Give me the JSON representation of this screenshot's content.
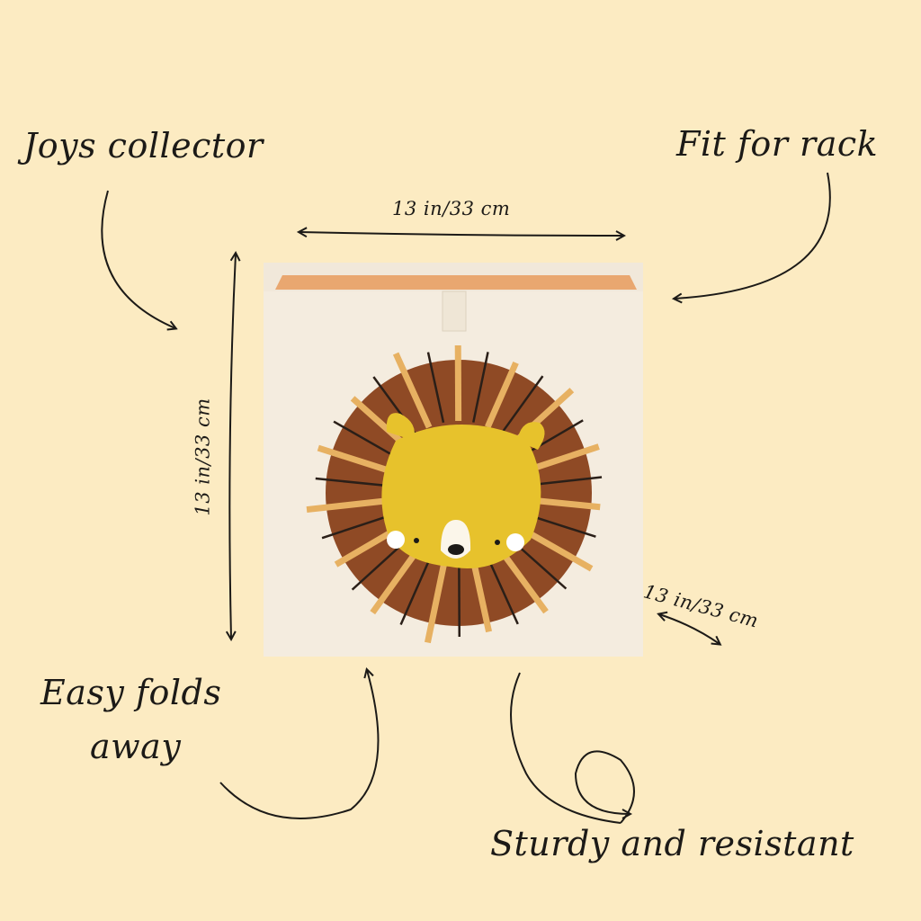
{
  "labels": {
    "top_left": "Joys collector",
    "top_right": "Fit for rack",
    "bottom_left_line1": "Easy folds",
    "bottom_left_line2": "away",
    "bottom_right": "Sturdy and resistant"
  },
  "dimensions": {
    "width": "13 in/33 cm",
    "height": "13 in/33 cm",
    "depth": "13 in/33 cm"
  },
  "colors": {
    "background": "#fcebc2",
    "box": "#f4ecdf",
    "box_inner": "#e9a770",
    "mane": "#8f4a25",
    "face": "#e7c22c",
    "mane_strip": "#e7b162",
    "mane_thread": "#2a1f18"
  }
}
